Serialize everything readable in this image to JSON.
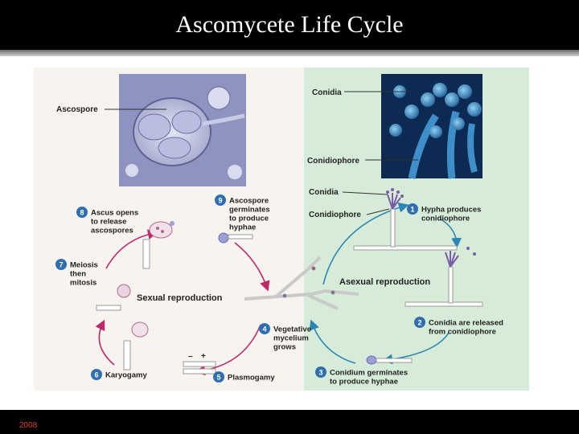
{
  "slide": {
    "title": "Ascomycete Life Cycle",
    "footer_year": "2008"
  },
  "figure": {
    "labels": {
      "ascospore": "Ascospore",
      "conidia_top": "Conidia",
      "conidiophore_top": "Conidiophore",
      "conidia_mid": "Conidia",
      "conidiophore_mid": "Conidiophore",
      "sexual": "Sexual reproduction",
      "asexual": "Asexual reproduction",
      "minus": "–",
      "plus": "+"
    },
    "steps": [
      {
        "num": "1",
        "lines": [
          "Hypha produces",
          "conidiophore"
        ]
      },
      {
        "num": "2",
        "lines": [
          "Conidia are released",
          "from conidiophore"
        ]
      },
      {
        "num": "3",
        "lines": [
          "Conidium germinates",
          "to produce hyphae"
        ]
      },
      {
        "num": "4",
        "lines": [
          "Vegetative",
          "mycelium",
          "grows"
        ]
      },
      {
        "num": "5",
        "lines": [
          "Plasmogamy"
        ]
      },
      {
        "num": "6",
        "lines": [
          "Karyogamy"
        ]
      },
      {
        "num": "7",
        "lines": [
          "Meiosis",
          "then",
          "mitosis"
        ]
      },
      {
        "num": "8",
        "lines": [
          "Ascus opens",
          "to release",
          "ascospores"
        ]
      },
      {
        "num": "9",
        "lines": [
          "Ascospore",
          "germinates",
          "to produce",
          "hyphae"
        ]
      }
    ],
    "colors": {
      "sexual_arrow": "#c2276a",
      "asexual_arrow": "#2a86b4",
      "step_badge": "#2f6fb1",
      "left_panel": "#f7f3ee",
      "right_panel": "#d6ecd8"
    }
  }
}
